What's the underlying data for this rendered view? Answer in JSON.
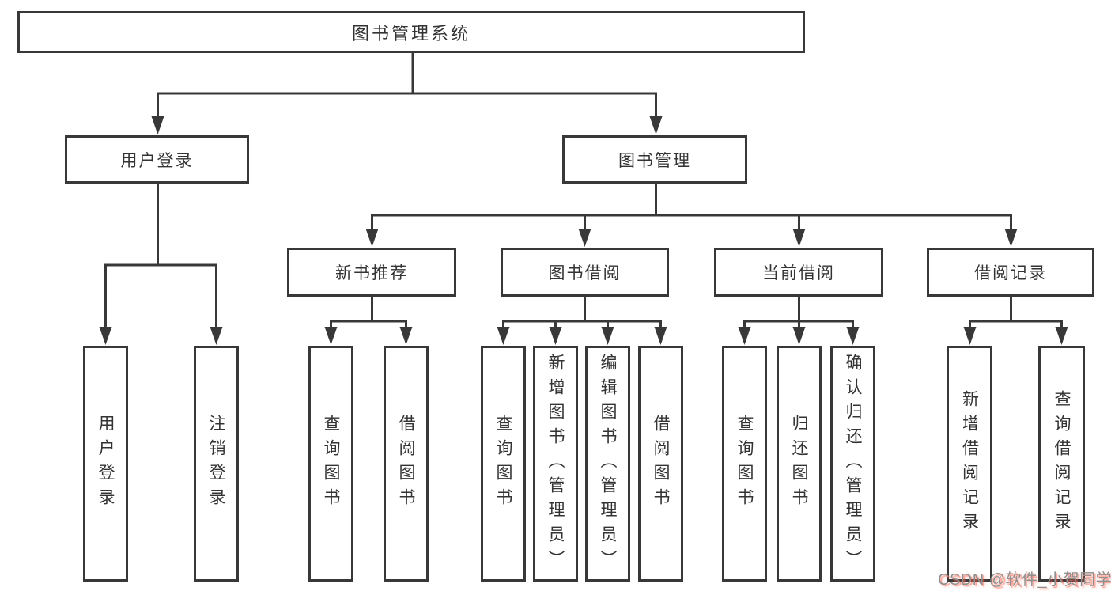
{
  "tree": {
    "root": {
      "label": "图书管理系统"
    },
    "level2": [
      {
        "label": "用户登录",
        "children": [
          {
            "label": "用户登录"
          },
          {
            "label": "注销登录"
          }
        ]
      },
      {
        "label": "图书管理",
        "children": [
          {
            "label": "新书推荐",
            "children": [
              {
                "label": "查询图书"
              },
              {
                "label": "借阅图书"
              }
            ]
          },
          {
            "label": "图书借阅",
            "children": [
              {
                "label": "查询图书"
              },
              {
                "label": "新增图书（管理员）"
              },
              {
                "label": "编辑图书（管理员）"
              },
              {
                "label": "借阅图书"
              }
            ]
          },
          {
            "label": "当前借阅",
            "children": [
              {
                "label": "查询图书"
              },
              {
                "label": "归还图书"
              },
              {
                "label": "确认归还（管理员）"
              }
            ]
          },
          {
            "label": "借阅记录",
            "children": [
              {
                "label": "新增借阅记录"
              },
              {
                "label": "查询借阅记录"
              }
            ]
          }
        ]
      }
    ]
  },
  "watermark": {
    "text": "CSDN @软件_小贺同学"
  },
  "colors": {
    "line": "#383838",
    "box_border": "#383838",
    "box_background": "#ffffff",
    "text": "#333333",
    "watermark_text": "#8f8f8f",
    "watermark_shadow": "#fa5f4b"
  }
}
